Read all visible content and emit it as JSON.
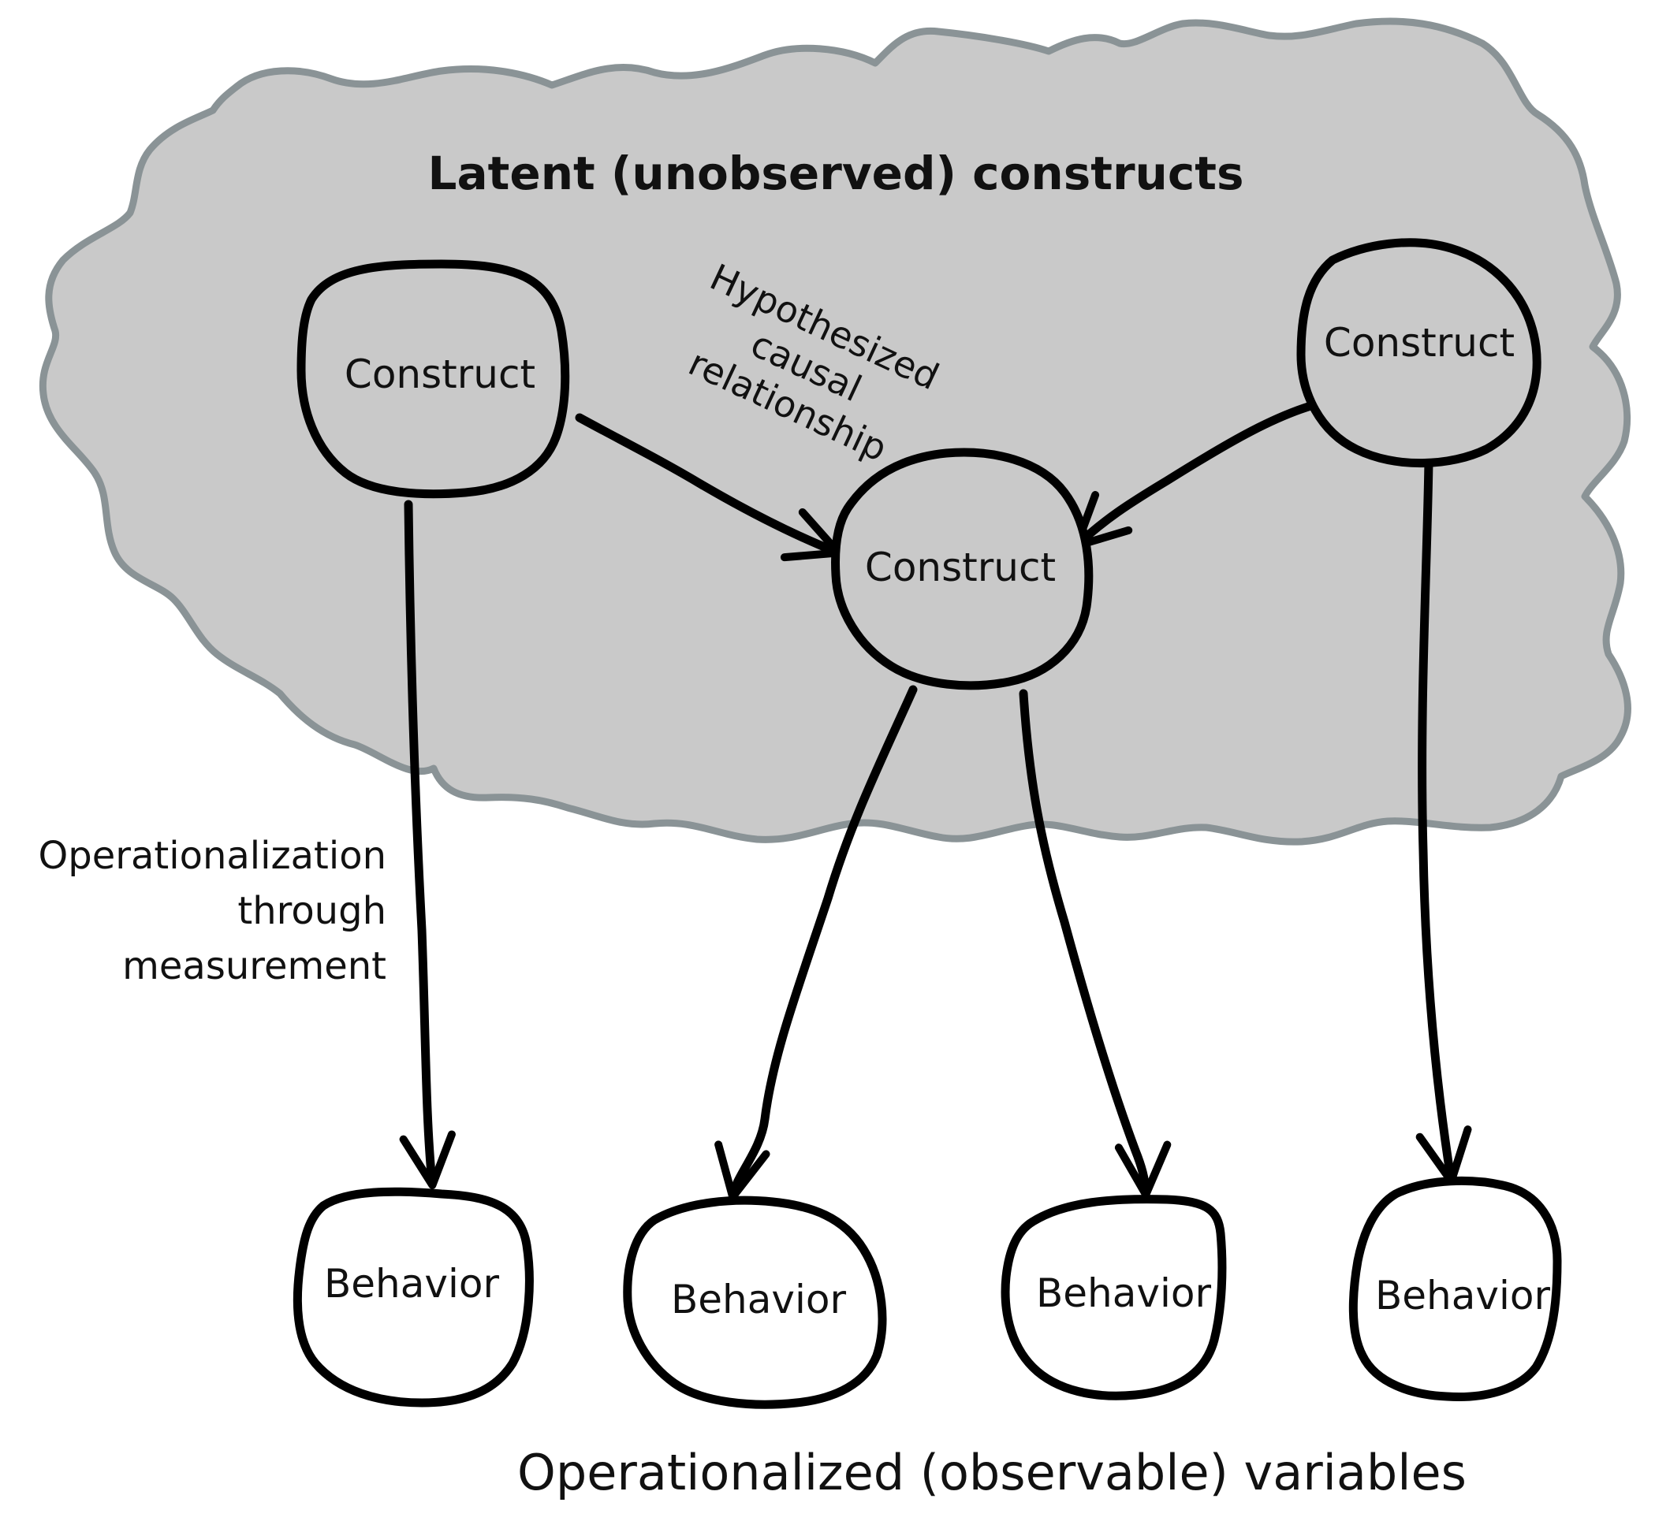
{
  "title": "Latent (unobserved) constructs",
  "footer": "Operationalized (observable) variables",
  "constructs": [
    {
      "id": "construct-left",
      "label": "Construct"
    },
    {
      "id": "construct-center",
      "label": "Construct"
    },
    {
      "id": "construct-right",
      "label": "Construct"
    }
  ],
  "behaviors": [
    {
      "id": "behavior-1",
      "label": "Behavior"
    },
    {
      "id": "behavior-2",
      "label": "Behavior"
    },
    {
      "id": "behavior-3",
      "label": "Behavior"
    },
    {
      "id": "behavior-4",
      "label": "Behavior"
    }
  ],
  "annotations": {
    "causal": [
      "Hypothesized",
      "causal",
      "relationship"
    ],
    "measurement": [
      "Operationalization",
      "through",
      "measurement"
    ]
  },
  "colors": {
    "cloud_fill": "#c9c9c9",
    "cloud_outline": "#8a9396",
    "stroke": "#000000",
    "behavior_fill": "#ffffff"
  }
}
